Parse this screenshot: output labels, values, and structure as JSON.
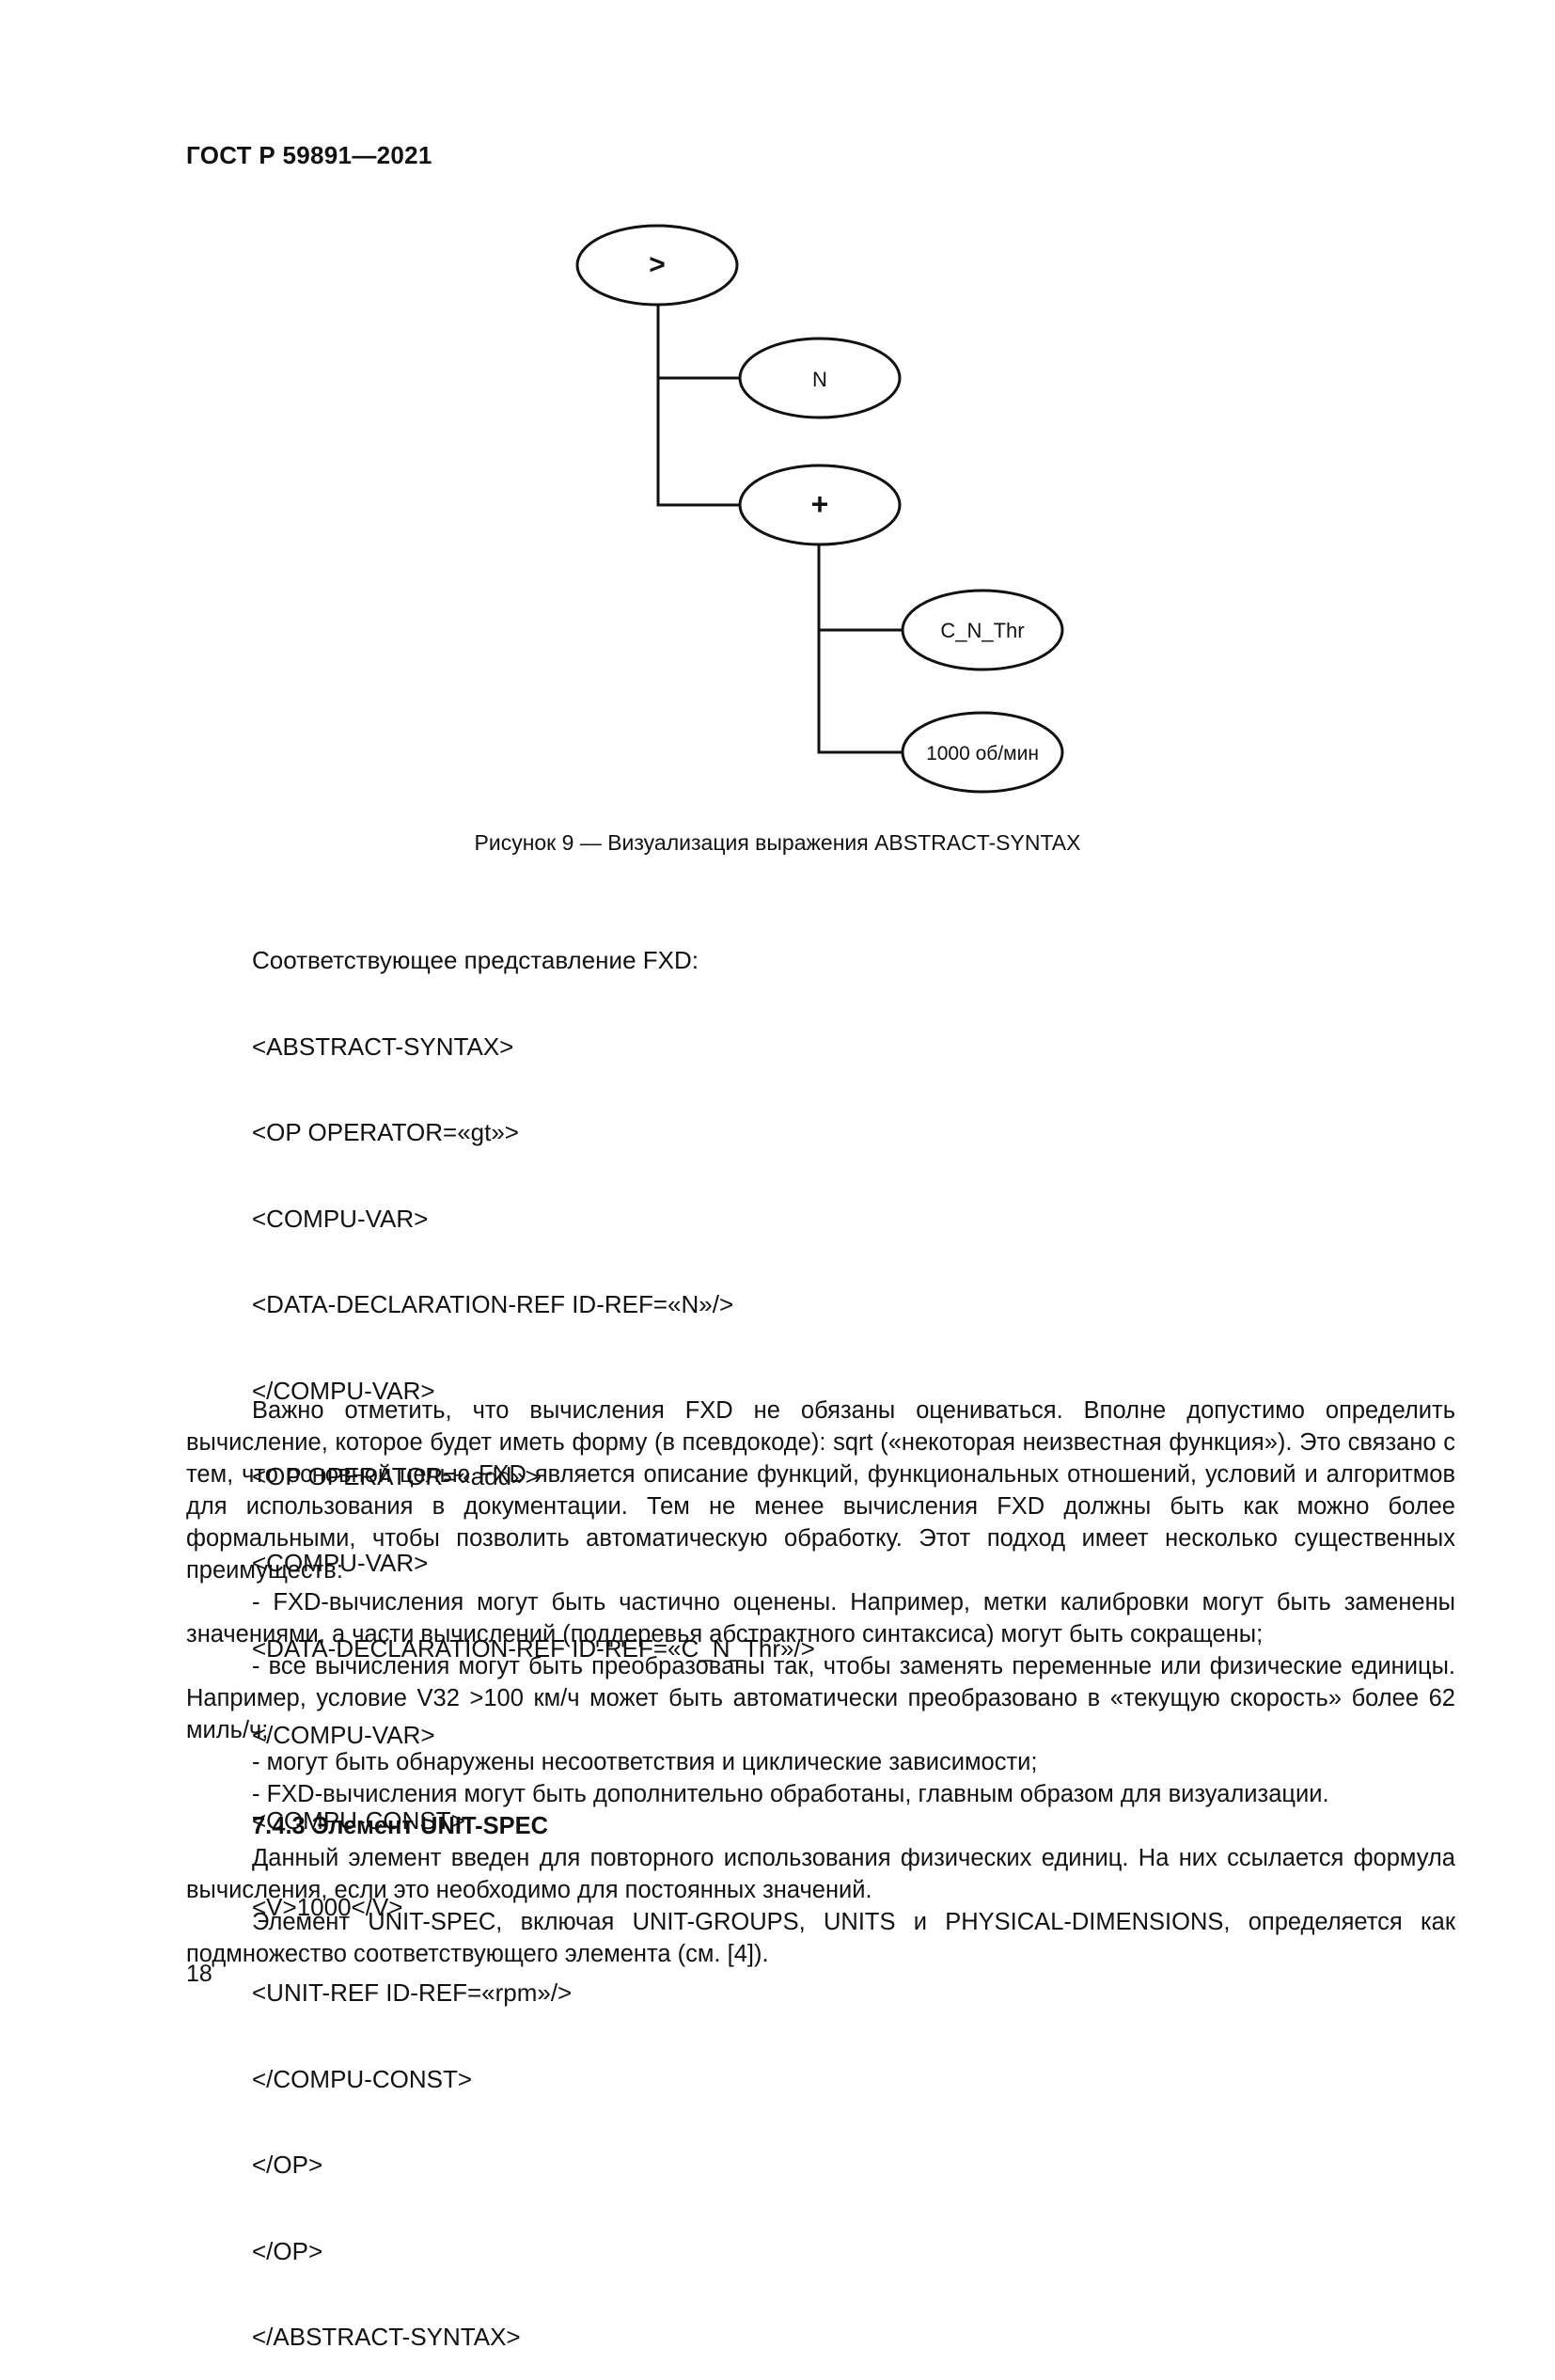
{
  "header": {
    "standard_id": "ГОСТ Р 59891—2021"
  },
  "figure": {
    "nodes": {
      "gt": ">",
      "n": "N",
      "add": "+",
      "c_n_thr": "C_N_Thr",
      "const": "1000 об/мин"
    },
    "caption": "Рисунок 9 — Визуализация выражения ABSTRACT-SYNTAX"
  },
  "code": {
    "lines": [
      "Соответствующее представление FXD:",
      "<ABSTRACT-SYNTAX>",
      "<OP OPERATOR=«gt»>",
      "<COMPU-VAR>",
      "<DATA-DECLARATION-REF ID-REF=«N»/>",
      "</COMPU-VAR>",
      "<OP OPERATOR=«add»>",
      "<COMPU-VAR>",
      "<DATA-DECLARATION-REF ID-REF=«C_N_Thr»/>",
      "</COMPU-VAR>",
      "<COMPU-CONST>",
      "<V>1000</V>",
      "<UNIT-REF ID-REF=«rpm»/>",
      "</COMPU-CONST>",
      "</OP>",
      "</OP>",
      "</ABSTRACT-SYNTAX>"
    ]
  },
  "body": {
    "paragraphs": [
      "Важно отметить, что вычисления FXD не обязаны оцениваться. Вполне допустимо определить вычисление, которое будет иметь форму (в псевдокоде): sqrt («некоторая неизвестная функция»). Это связано с тем, что основной целью FXD является описание функций, функциональных отношений, условий и алгоритмов для использования в документации. Тем не менее вычисления FXD должны быть как можно более формальными, чтобы позволить автоматическую обработку. Этот подход имеет несколько существенных преимуществ:",
      "- FXD-вычисления могут быть частично оценены. Например, метки калибровки могут быть заменены значениями, а части вычислений (поддеревья абстрактного синтаксиса) могут быть сокращены;",
      "- все вычисления могут быть преобразованы так, чтобы заменять переменные или физические единицы. Например, условие V32 >100 км/ч может быть автоматически преобразовано в «текущую скорость» более 62 миль/ч;",
      "- могут быть обнаружены несоответствия и циклические зависимости;",
      "- FXD-вычисления могут быть дополнительно обработаны, главным образом для визуализации."
    ],
    "section_heading": "7.4.3 Элемент UNIT-SPEC",
    "section_paragraphs": [
      "Данный элемент введен для повторного использования физических единиц. На них ссылается формула вычисления, если это необходимо для постоянных значений.",
      "Элемент UNIT-SPEC, включая UNIT-GROUPS, UNITS и PHYSICAL-DIMENSIONS, определяется как подмножество соответствующего элемента (см. [4])."
    ]
  },
  "footer": {
    "page_number": "18"
  }
}
